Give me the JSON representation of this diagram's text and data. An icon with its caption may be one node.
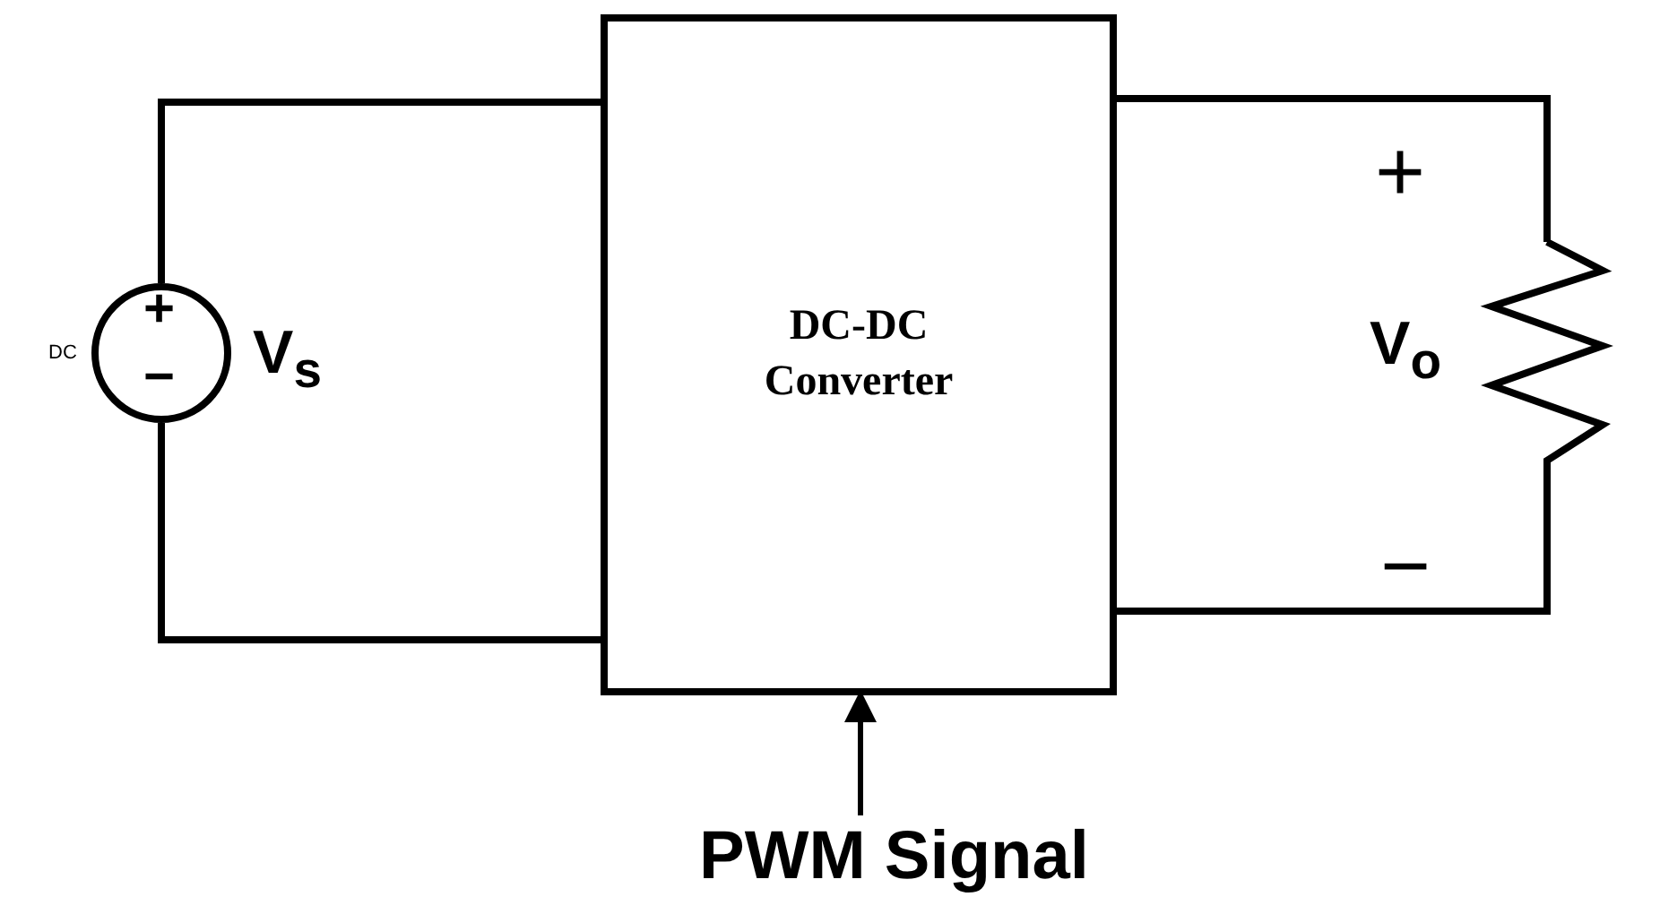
{
  "diagram": {
    "nodes": [
      {
        "text": [
          "+",
          "−"
        ],
        "beside": [
          "DC",
          "V$_{s}$"
        ]
      },
      {
        "text": [
          "DC-DC Converter"
        ]
      },
      {
        "text": [],
        "shape": "resistor",
        "beside": [
          "+",
          "V$_{o}$",
          "−"
        ]
      },
      {
        "text": [
          "PWM Signal"
        ]
      }
    ],
    "edges": [
      {
        "from": 0,
        "to": 1,
        "arrow": "none"
      },
      {
        "from": 0,
        "to": 1,
        "arrow": "none"
      },
      {
        "from": 1,
        "to": 2,
        "arrow": "none"
      },
      {
        "from": 2,
        "to": 1,
        "arrow": "none"
      },
      {
        "from": 3,
        "to": 1,
        "arrow": "to"
      }
    ]
  }
}
